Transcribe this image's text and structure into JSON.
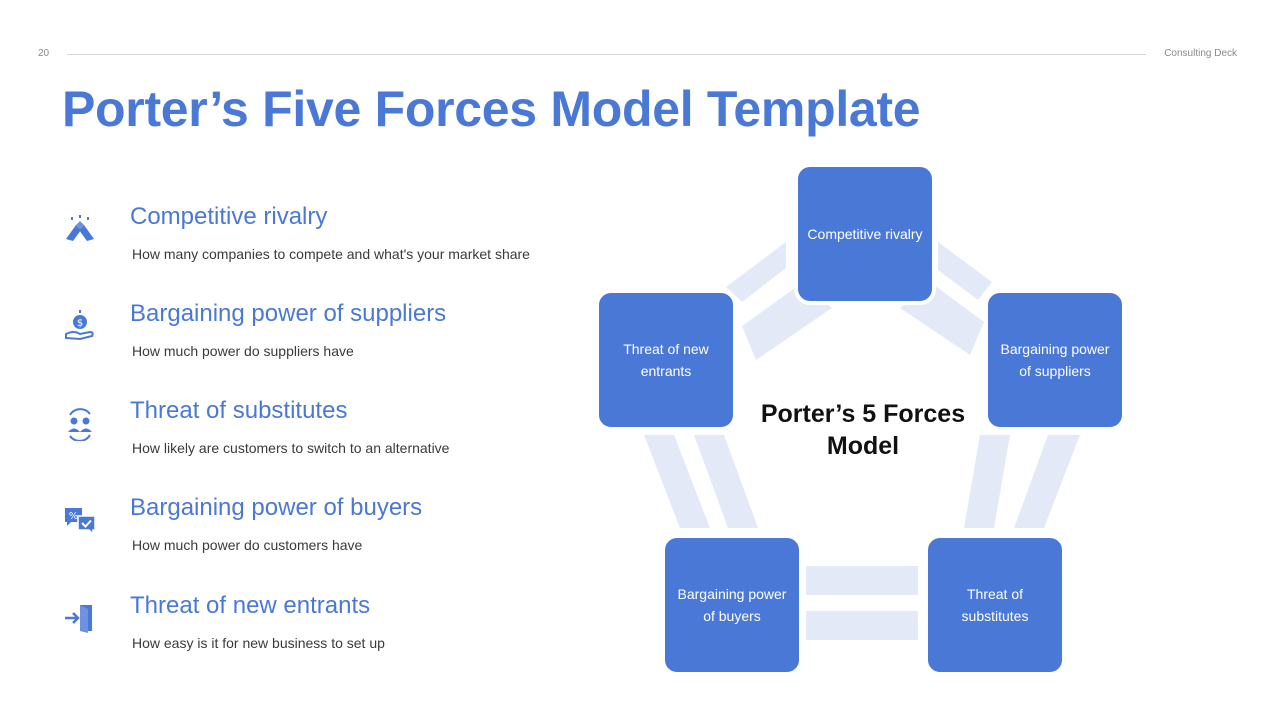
{
  "header": {
    "page_number": "20",
    "deck_label": "Consulting Deck"
  },
  "title": "Porter’s Five Forces Model Template",
  "forces": [
    {
      "heading": "Competitive rivalry",
      "description": "How many companies to compete and what's your market share",
      "icon": "handshake-icon"
    },
    {
      "heading": "Bargaining power of suppliers",
      "description": "How much power do suppliers have",
      "icon": "money-hand-icon"
    },
    {
      "heading": "Threat of substitutes",
      "description": "How likely are customers to switch to an alternative",
      "icon": "people-switch-icon"
    },
    {
      "heading": "Bargaining power of buyers",
      "description": "How much power do customers have",
      "icon": "discount-chat-icon"
    },
    {
      "heading": "Threat of new entrants",
      "description": "How easy is it for new business to set up",
      "icon": "enter-door-icon"
    }
  ],
  "diagram": {
    "center_label": "Porter’s 5 Forces Model",
    "nodes": {
      "top": "Competitive rivalry",
      "right": "Bargaining power of suppliers",
      "bottom_right": "Threat of substitutes",
      "bottom_left": "Bargaining power of buyers",
      "left": "Threat of new entrants"
    }
  },
  "colors": {
    "accent": "#4a78d6",
    "connector": "#e3e9f6",
    "text": "#3a3a3a"
  }
}
